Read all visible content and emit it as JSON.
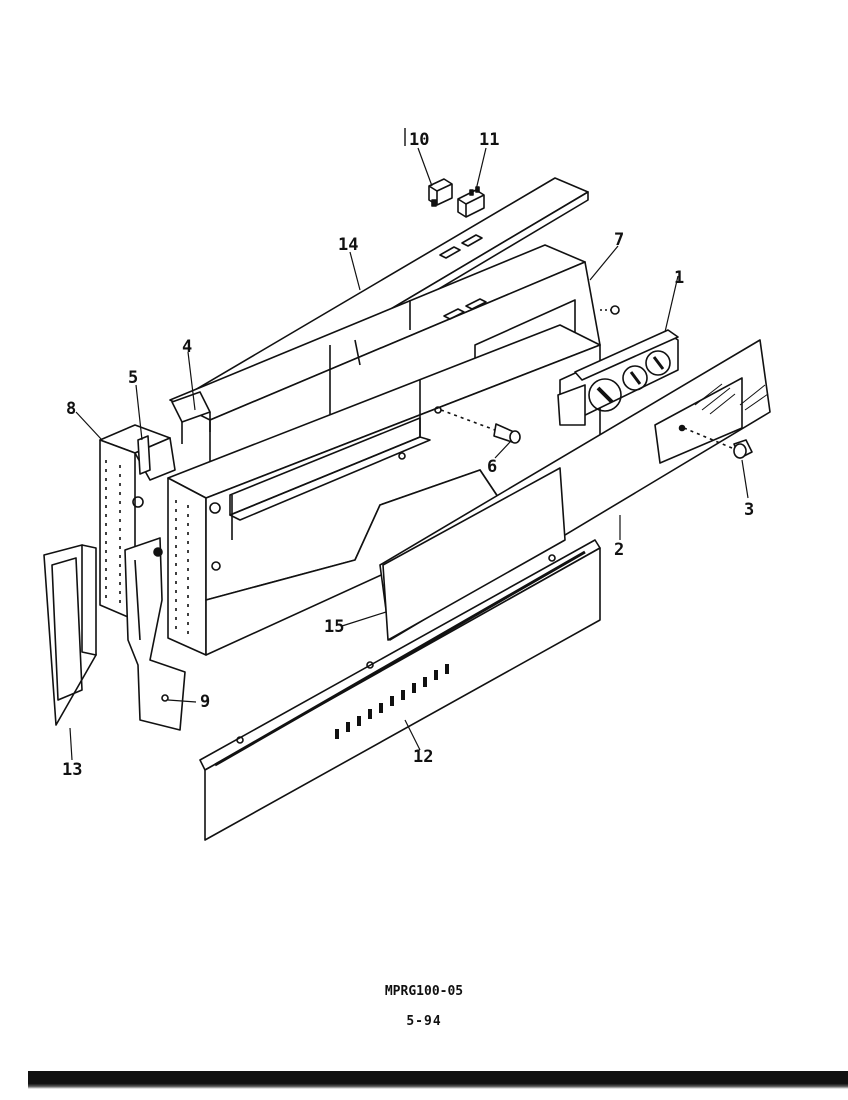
{
  "diagram": {
    "callouts": [
      "1",
      "2",
      "3",
      "4",
      "5",
      "6",
      "7",
      "8",
      "9",
      "10",
      "11",
      "12",
      "13",
      "14",
      "15"
    ],
    "model_code": "MPRG100-05",
    "page_number": "5-94"
  },
  "colors": {
    "ink": "#111111",
    "paper": "#ffffff"
  }
}
